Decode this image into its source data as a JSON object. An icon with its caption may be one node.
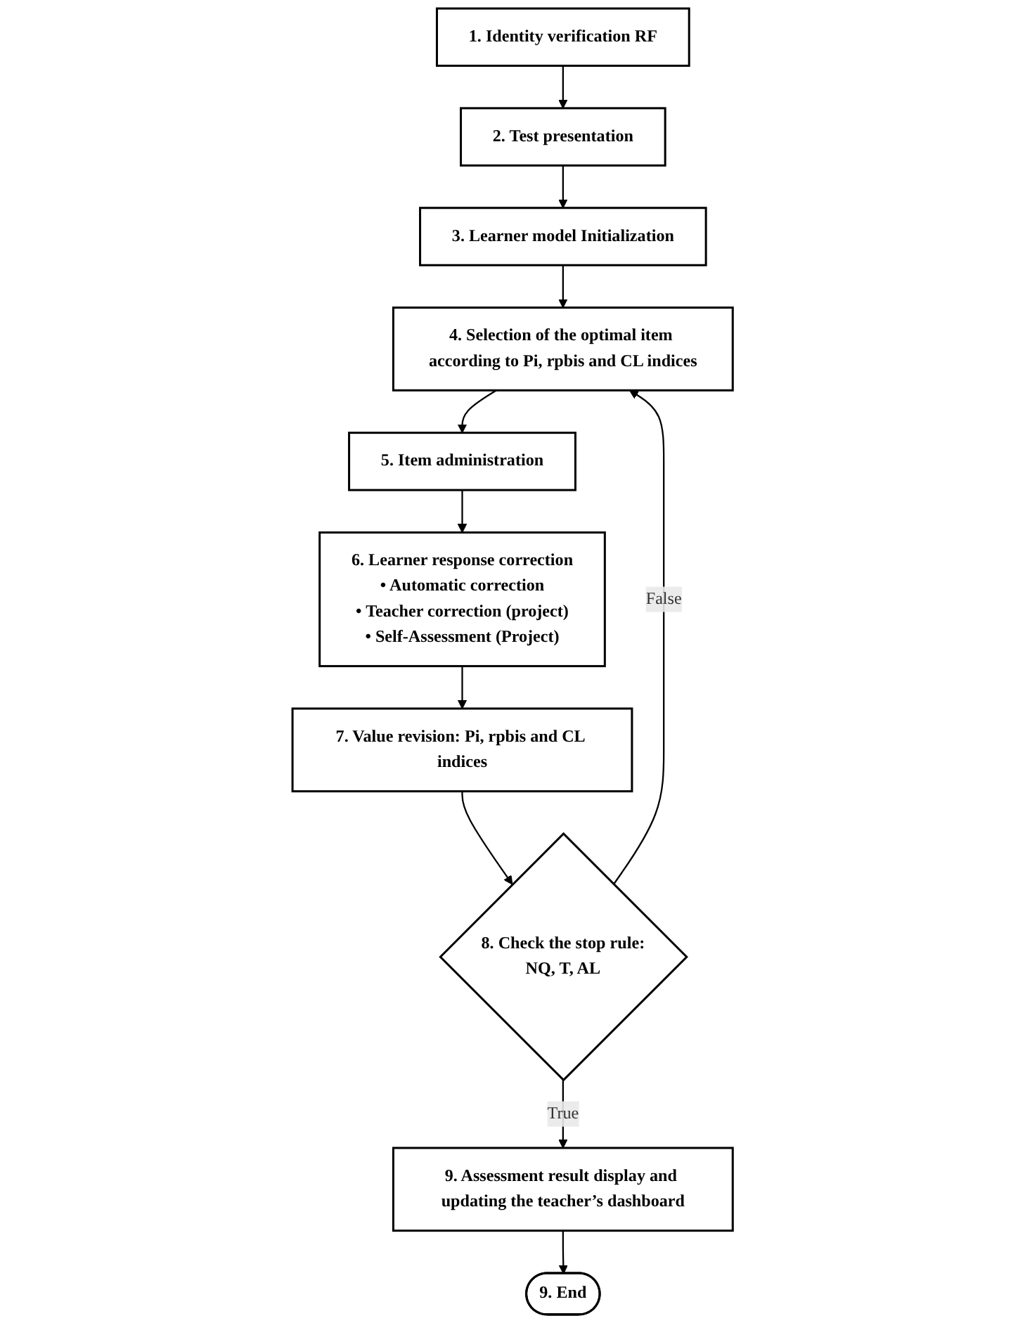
{
  "diagram": {
    "nodes": [
      {
        "text": [
          "1. Identity verification RF"
        ]
      },
      {
        "text": [
          "2. Test presentation"
        ]
      },
      {
        "text": [
          "3. Learner model Initialization"
        ]
      },
      {
        "text": [
          "4. Selection of the optimal item according to Pi, rpbis and CL indices"
        ]
      },
      {
        "text": [
          "5. Item administration"
        ]
      },
      {
        "text": [
          "6. Learner response correction",
          "• Automatic correction",
          "• Teacher correction (project)",
          "• Self-Assessment (Project)"
        ]
      },
      {
        "text": [
          "7. Value revision: Pi, rpbis and CL indices"
        ]
      },
      {
        "text": [
          "8. Check the stop rule:",
          "NQ, T, AL"
        ]
      },
      {
        "text": [
          "9. Assessment result display and updating the teacher’s dashboard"
        ]
      },
      {
        "text": [
          "9. End"
        ]
      }
    ],
    "edges": [
      {
        "from": 0,
        "to": 1,
        "arrow": "to"
      },
      {
        "from": 1,
        "to": 2,
        "arrow": "to"
      },
      {
        "from": 2,
        "to": 3,
        "arrow": "to"
      },
      {
        "from": 3,
        "to": 4,
        "arrow": "to"
      },
      {
        "from": 4,
        "to": 5,
        "arrow": "to"
      },
      {
        "from": 5,
        "to": 6,
        "arrow": "to"
      },
      {
        "from": 6,
        "to": 7,
        "arrow": "to"
      },
      {
        "from": 7,
        "to": 3,
        "arrow": "to",
        "label": "False"
      },
      {
        "from": 7,
        "to": 8,
        "arrow": "to",
        "label": "True"
      },
      {
        "from": 8,
        "to": 9,
        "arrow": "to"
      }
    ]
  }
}
